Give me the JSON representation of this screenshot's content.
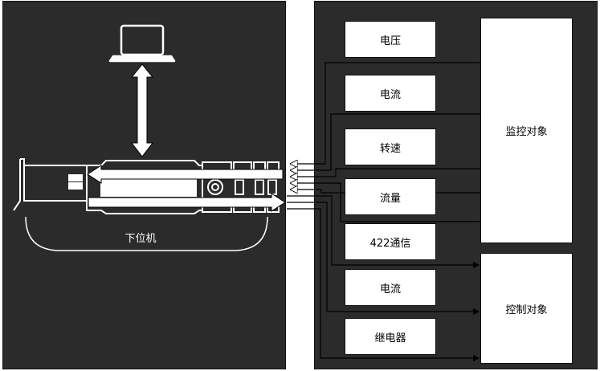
{
  "host": {
    "label": "下位机"
  },
  "signals": [
    {
      "id": "voltage",
      "label": "电压"
    },
    {
      "id": "current-in",
      "label": "电流"
    },
    {
      "id": "speed",
      "label": "转速"
    },
    {
      "id": "flow",
      "label": "流量"
    },
    {
      "id": "comm422",
      "label": "422通信"
    },
    {
      "id": "current-out",
      "label": "电流"
    },
    {
      "id": "relay",
      "label": "继电器"
    }
  ],
  "objects": {
    "monitor": "监控对象",
    "control": "控制对象"
  },
  "icons": {
    "computer": "laptop-icon",
    "card": "daq-card-icon",
    "link": "bidirectional-arrow-icon"
  },
  "colors": {
    "panel": "#2b2b2b",
    "line": "#000000",
    "highlight": "#ffffff"
  }
}
